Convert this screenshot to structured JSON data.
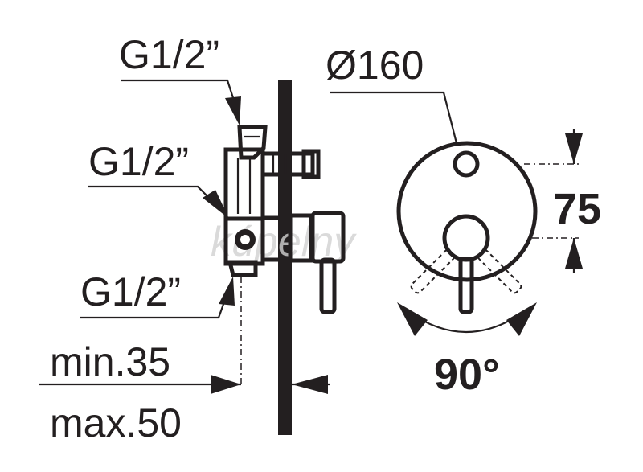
{
  "labels": {
    "thread_top": "G1/2”",
    "thread_mid": "G1/2”",
    "thread_bottom": "G1/2”",
    "diameter": "Ø160",
    "height": "75",
    "rotation": "90°",
    "min_depth": "min.35",
    "max_depth": "max.50"
  },
  "watermark": "kúpelny",
  "colors": {
    "ink": "#231f20",
    "watermark": "#c8c8c8"
  }
}
